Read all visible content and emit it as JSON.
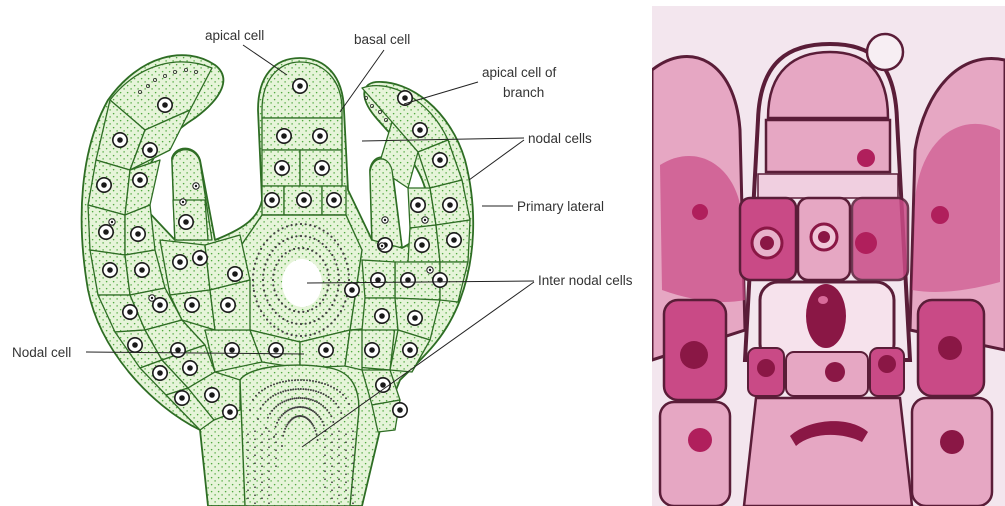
{
  "diagram": {
    "labels": {
      "apical_cell": "apical cell",
      "basal_cell": "basal cell",
      "apical_cell_of": "apical cell of",
      "branch": "branch",
      "nodal_cells": "nodal cells",
      "primary_lateral": "Primary lateral",
      "inter_nodal_cells": "Inter nodal cells",
      "nodal_cell": "Nodal cell"
    },
    "colors": {
      "cell_fill": "#e6f4d9",
      "cell_outline": "#2e6d24",
      "stipple": "#4fa83e",
      "nucleus": "#1a1a1a",
      "background": "#ffffff"
    }
  },
  "micrograph": {
    "colors": {
      "background": "#f3e6ee",
      "wall": "#5a1d38",
      "cytoplasm": "#e6a7c3",
      "cytoplasm_dark": "#c94a86",
      "nucleus": "#b01f5c",
      "nucleus_dark": "#8a1745"
    }
  }
}
